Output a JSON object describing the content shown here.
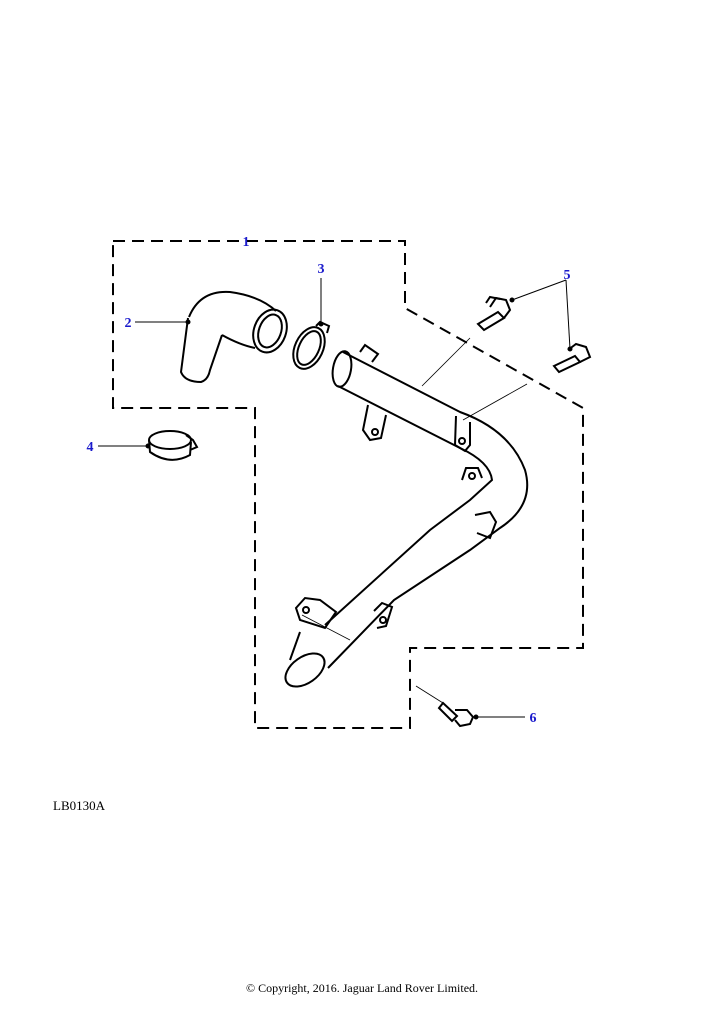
{
  "callout_color": "#1a1acc",
  "line_color": "#000000",
  "callouts": {
    "c1": "1",
    "c2": "2",
    "c3": "3",
    "c4": "4",
    "c5": "5",
    "c6": "6"
  },
  "plate_code": "LB0130A",
  "copyright": "© Copyright, 2016. Jaguar Land Rover Limited."
}
